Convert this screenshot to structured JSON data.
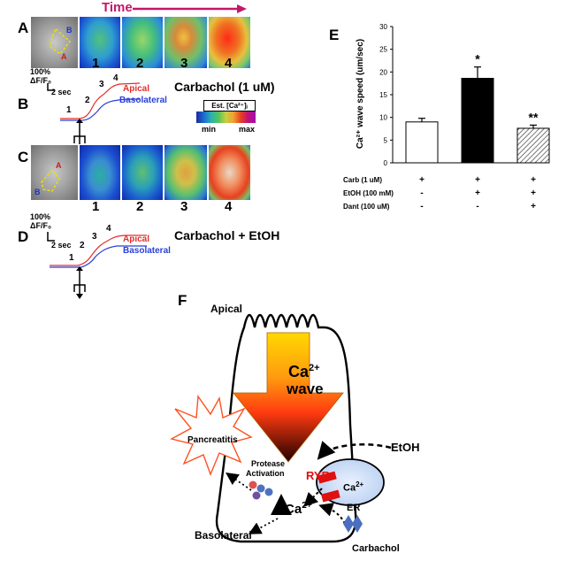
{
  "panel_labels": {
    "a": "A",
    "b": "B",
    "c": "C",
    "d": "D",
    "e": "E",
    "f": "F"
  },
  "time_label": "Time",
  "frame_numbers": [
    "1",
    "2",
    "3",
    "4"
  ],
  "panel_a_roi": {
    "b": "B",
    "a": "A"
  },
  "panel_c_roi": {
    "a": "A",
    "b": "B"
  },
  "trace_b": {
    "scale_amp": "100%",
    "scale_dff": "ΔF/F₀",
    "scale_time": "2 sec",
    "marks": [
      "1",
      "2",
      "3",
      "4"
    ],
    "apical": "Apical",
    "basolateral": "Basolateral",
    "condition": "Carbachol (1 uM)"
  },
  "trace_d": {
    "scale_amp": "100%",
    "scale_dff": "ΔF/F₀",
    "scale_time": "2 sec",
    "marks": [
      "1",
      "2",
      "3",
      "4"
    ],
    "apical": "Apical",
    "basolateral": "Basolateral",
    "condition": "Carbachol + EtOH"
  },
  "colorbar": {
    "title": "Est. [Ca²⁺]ᵢ",
    "min": "min",
    "max": "max"
  },
  "chart_data": {
    "type": "bar",
    "ylabel": "Ca²⁺ wave speed (um/sec)",
    "ylim": [
      0,
      30
    ],
    "yticks": [
      "0",
      "5",
      "10",
      "15",
      "20",
      "25",
      "30"
    ],
    "bars": [
      {
        "value": 9.0,
        "err": 0.8,
        "fill": "#ffffff",
        "marker": ""
      },
      {
        "value": 18.6,
        "err": 2.5,
        "fill": "#000000",
        "marker": "*"
      },
      {
        "value": 7.6,
        "err": 0.7,
        "fill": "hatched",
        "marker": "**"
      }
    ],
    "conditions": [
      {
        "label": "Carb (1 uM)",
        "signs": [
          "+",
          "+",
          "+"
        ]
      },
      {
        "label": "EtOH (100 mM)",
        "signs": [
          "-",
          "+",
          "+"
        ]
      },
      {
        "label": "Dant (100 uM)",
        "signs": [
          "-",
          "-",
          "+"
        ]
      }
    ]
  },
  "diagram_f": {
    "apical": "Apical",
    "basolateral": "Basolateral",
    "wave_ca": "Ca",
    "wave_sup": "2+",
    "wave_word": "wave",
    "etoh": "EtOH",
    "ryr": "RYR",
    "er": "ER",
    "er_ca": "Ca",
    "er_ca_sup": "2+",
    "cyto_ca": "Ca",
    "cyto_sup": "2+",
    "carbachol": "Carbachol",
    "pancreatitis": "Pancreatitis",
    "protease_1": "Protease",
    "protease_2": "Activation"
  }
}
